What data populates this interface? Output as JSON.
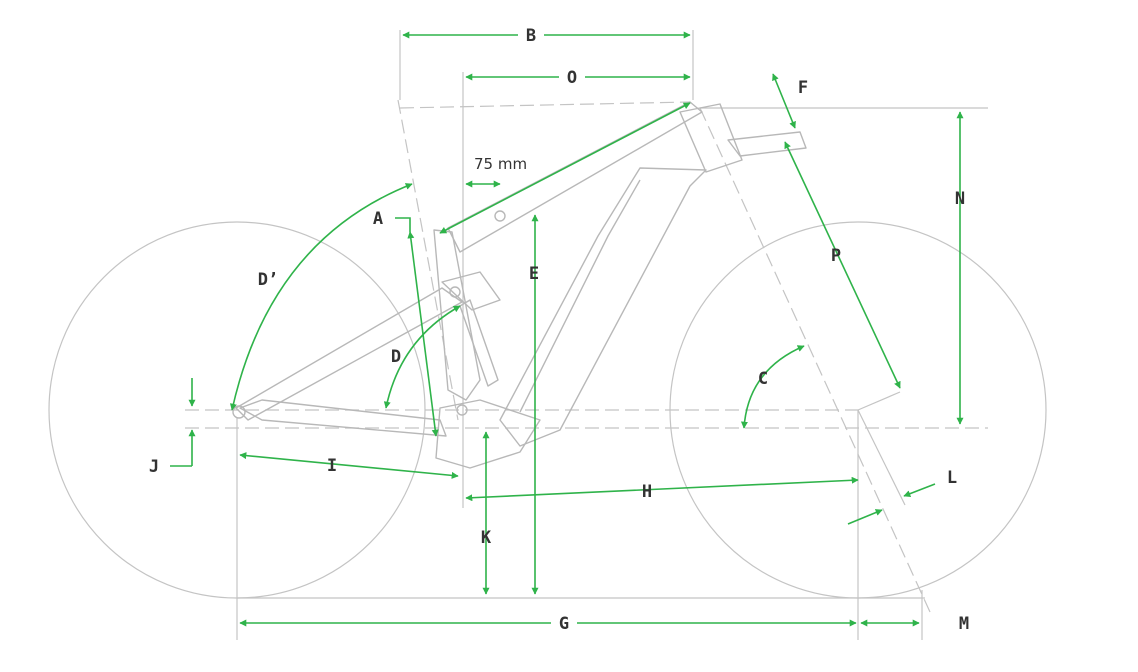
{
  "colors": {
    "dimension": "#2fb34a",
    "frame": "#b8b8b8",
    "guide": "#c4c4c4",
    "label": "#333333"
  },
  "labels": {
    "A": "A",
    "B": "B",
    "C": "C",
    "D": "D",
    "D_prime": "D’",
    "E": "E",
    "F": "F",
    "G": "G",
    "H": "H",
    "I": "I",
    "J": "J",
    "K": "K",
    "L": "L",
    "M": "M",
    "N": "N",
    "O": "O",
    "P": "P"
  },
  "annotation_75mm": "75 mm"
}
